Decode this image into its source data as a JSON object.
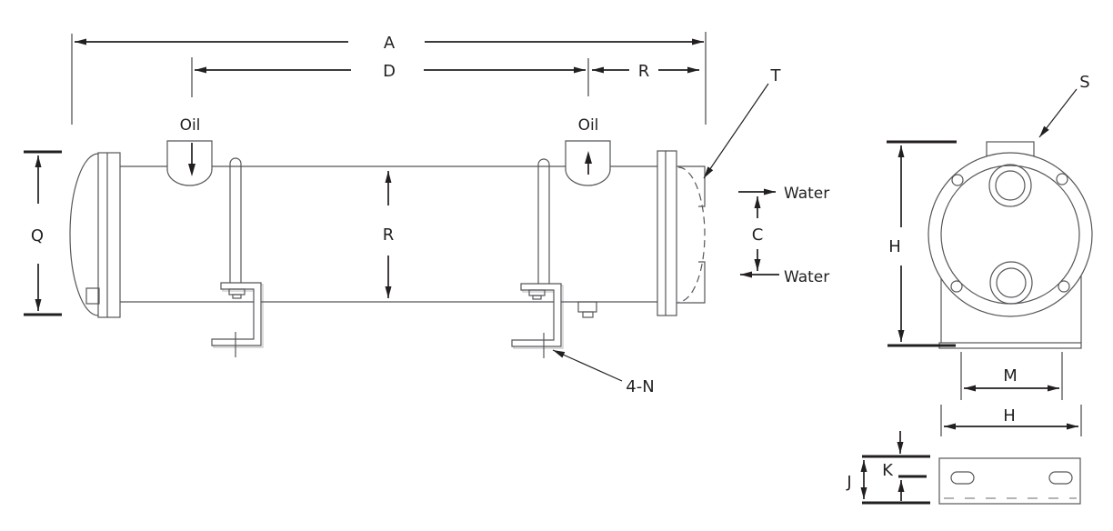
{
  "drawing": {
    "type": "heat-exchanger-dimensional-diagram",
    "labels": {
      "a": "A",
      "d": "D",
      "r_top": "R",
      "r_mid": "R",
      "q": "Q",
      "c": "C",
      "t": "T",
      "s": "S",
      "four_n": "4-N",
      "h_side": "H",
      "m": "M",
      "h_bottom": "H",
      "j": "J",
      "k": "K",
      "oil_in": "Oil",
      "oil_out": "Oil",
      "water_out": "Water",
      "water_in": "Water"
    },
    "colors": {
      "outline": "#55565a",
      "dimension": "#231f20",
      "shadow": "#c6c6c6",
      "background": "#ffffff"
    }
  }
}
